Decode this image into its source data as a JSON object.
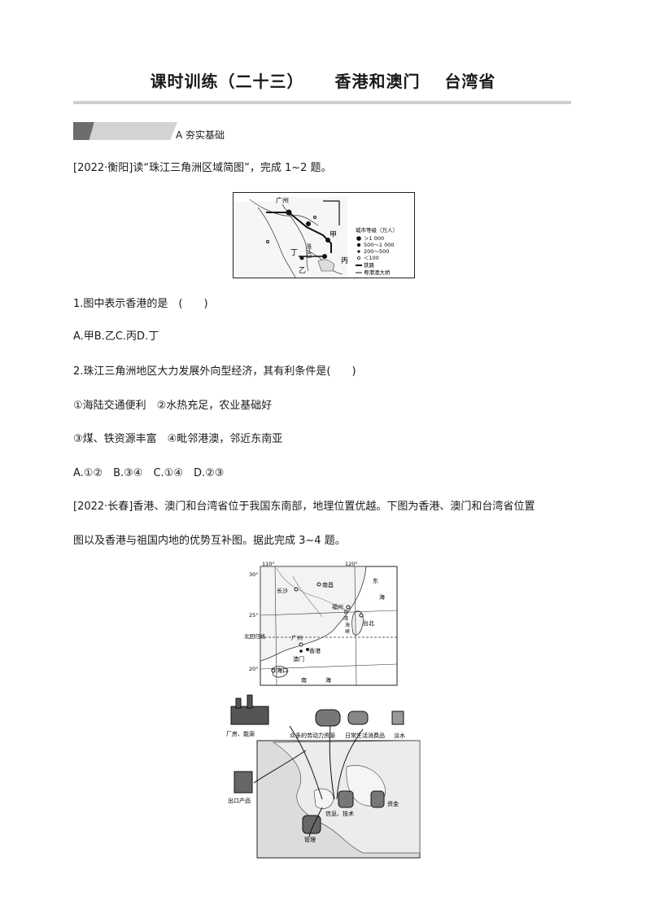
{
  "title": {
    "part1": "课时训练（二十三）",
    "part2": "香港和澳门",
    "part3": "台湾省"
  },
  "section": {
    "label": "A  夯实基础"
  },
  "intro1": "[2022·衡阳]读“珠江三角洲区域简图”，完成 1~2 题。",
  "map1": {
    "labels": {
      "guangzhou": "广州",
      "jia": "甲",
      "yi": "乙",
      "bing": "丙",
      "ding": "丁",
      "river": "珠江口"
    },
    "legend": {
      "title": "城市等级（万人）",
      "items": [
        "＞1 000",
        "500～1 000",
        "200～500",
        "＜100"
      ],
      "railway": "铁路",
      "bridge": "粤港澳大桥"
    }
  },
  "q1": "1.图中表示香港的是　(　　)",
  "q1_options": "A.甲B.乙C.丙D.丁",
  "q2": "2.珠江三角洲地区大力发展外向型经济，其有利条件是(　　)",
  "q2_line1": "①海陆交通便利　②水热充足，农业基础好",
  "q2_line2": "③煤、铁资源丰富　④毗邻港澳，邻近东南亚",
  "q2_options": "A.①②　B.③④　C.①④　D.②③",
  "intro2_line1": "[2022·长春]香港、澳门和台湾省位于我国东南部，地理位置优越。下图为香港、澳门和台湾省位置",
  "intro2_line2": "图以及香港与祖国内地的优势互补图。据此完成 3~4 题。",
  "map2": {
    "lon_labels": [
      "110°",
      "120°"
    ],
    "lat_labels": [
      "30°",
      "25°",
      "20°"
    ],
    "tropic": "北回归线",
    "cities": {
      "changsha": "长沙",
      "nanchang": "南昌",
      "fuzhou": "福州",
      "taibei": "台北",
      "guangzhou": "广州",
      "xianggang": "香港",
      "aomen": "澳门",
      "haikou": "海口"
    },
    "seas": {
      "dong": "东",
      "hai1": "海",
      "nan": "南",
      "hai2": "海",
      "tai": "台",
      "wan": "湾",
      "xia": "海",
      "xia2": "峡"
    }
  },
  "map3": {
    "top_labels": [
      "厂房、能源",
      "众多的劳动力资源",
      "日常生活消费品",
      "淡水"
    ],
    "side_labels": {
      "export": "出口产品",
      "capital": "资金",
      "tech": "信息、技术",
      "mgmt": "管理"
    }
  }
}
